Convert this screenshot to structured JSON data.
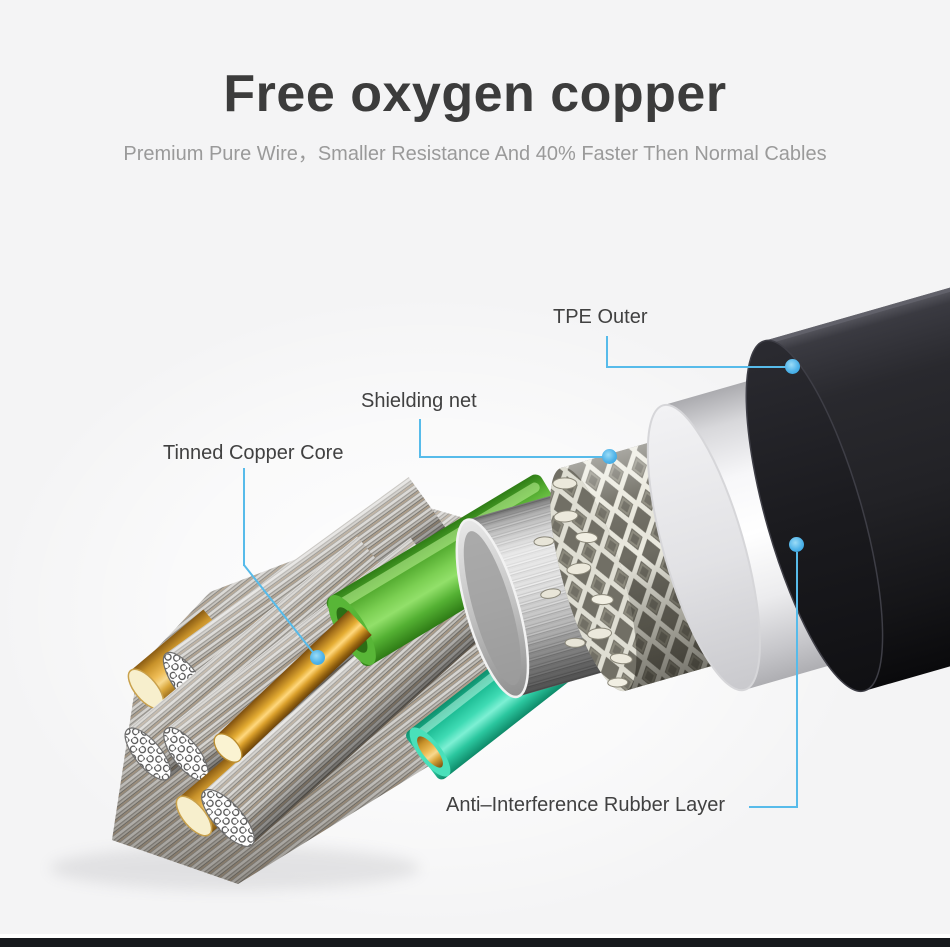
{
  "page": {
    "background": "#f4f4f5",
    "accent_blue": "#57bbea",
    "footer_bar_color": "#17191d"
  },
  "header": {
    "title": "Free oxygen copper",
    "subtitle": "Premium Pure Wire，Smaller Resistance And 40% Faster Then Normal Cables"
  },
  "callouts": {
    "tpe_outer": {
      "label": "TPE Outer"
    },
    "shielding_net": {
      "label": "Shielding net"
    },
    "tinned_copper_core": {
      "label": "Tinned Copper Core"
    },
    "anti_interference": {
      "label": "Anti–Interference Rubber Layer"
    }
  },
  "illustration": {
    "type": "cable-cutaway-render",
    "layers_front_to_back": [
      "Tinned Copper Core",
      "Stranded wire bundles",
      "Green insulated wire",
      "Teal insulated wire",
      "Wrapped shield strands",
      "Shielding net braid",
      "Anti-Interference rubber layer",
      "TPE outer jacket"
    ],
    "colors": {
      "jacket_black": "#202024",
      "rubber_white": "#ffffff",
      "braid_silver": "#e9e8df",
      "shield_gray": "#c7c7c7",
      "wire_green": "#63c33e",
      "wire_teal": "#3fdbb4",
      "copper": "#e5ad33",
      "strand_face_white": "#ffffff"
    }
  }
}
